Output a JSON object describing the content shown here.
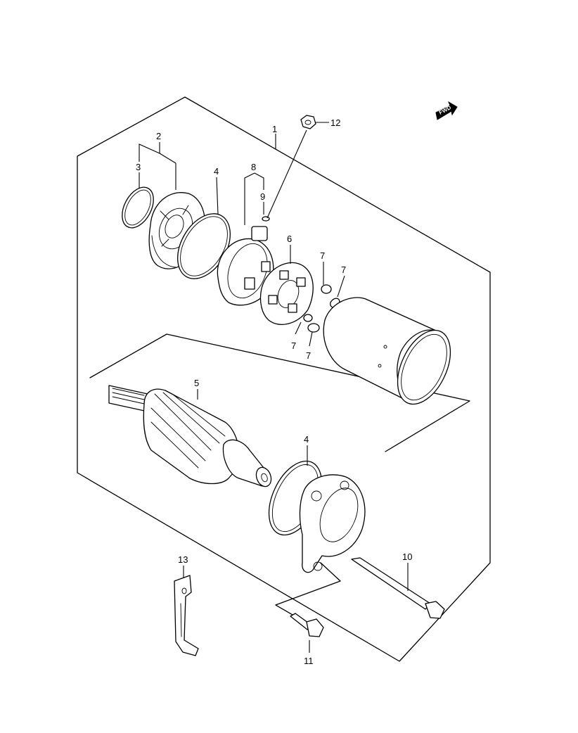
{
  "diagram": {
    "fwd_label": "FWD",
    "callouts": [
      {
        "id": "c1",
        "label": "1"
      },
      {
        "id": "c2",
        "label": "2"
      },
      {
        "id": "c3",
        "label": "3"
      },
      {
        "id": "c4a",
        "label": "4"
      },
      {
        "id": "c4b",
        "label": "4"
      },
      {
        "id": "c5",
        "label": "5"
      },
      {
        "id": "c6",
        "label": "6"
      },
      {
        "id": "c7a",
        "label": "7"
      },
      {
        "id": "c7b",
        "label": "7"
      },
      {
        "id": "c7c",
        "label": "7"
      },
      {
        "id": "c7d",
        "label": "7"
      },
      {
        "id": "c8",
        "label": "8"
      },
      {
        "id": "c9",
        "label": "9"
      },
      {
        "id": "c10",
        "label": "10"
      },
      {
        "id": "c11",
        "label": "11"
      },
      {
        "id": "c12",
        "label": "12"
      },
      {
        "id": "c13",
        "label": "13"
      }
    ]
  }
}
